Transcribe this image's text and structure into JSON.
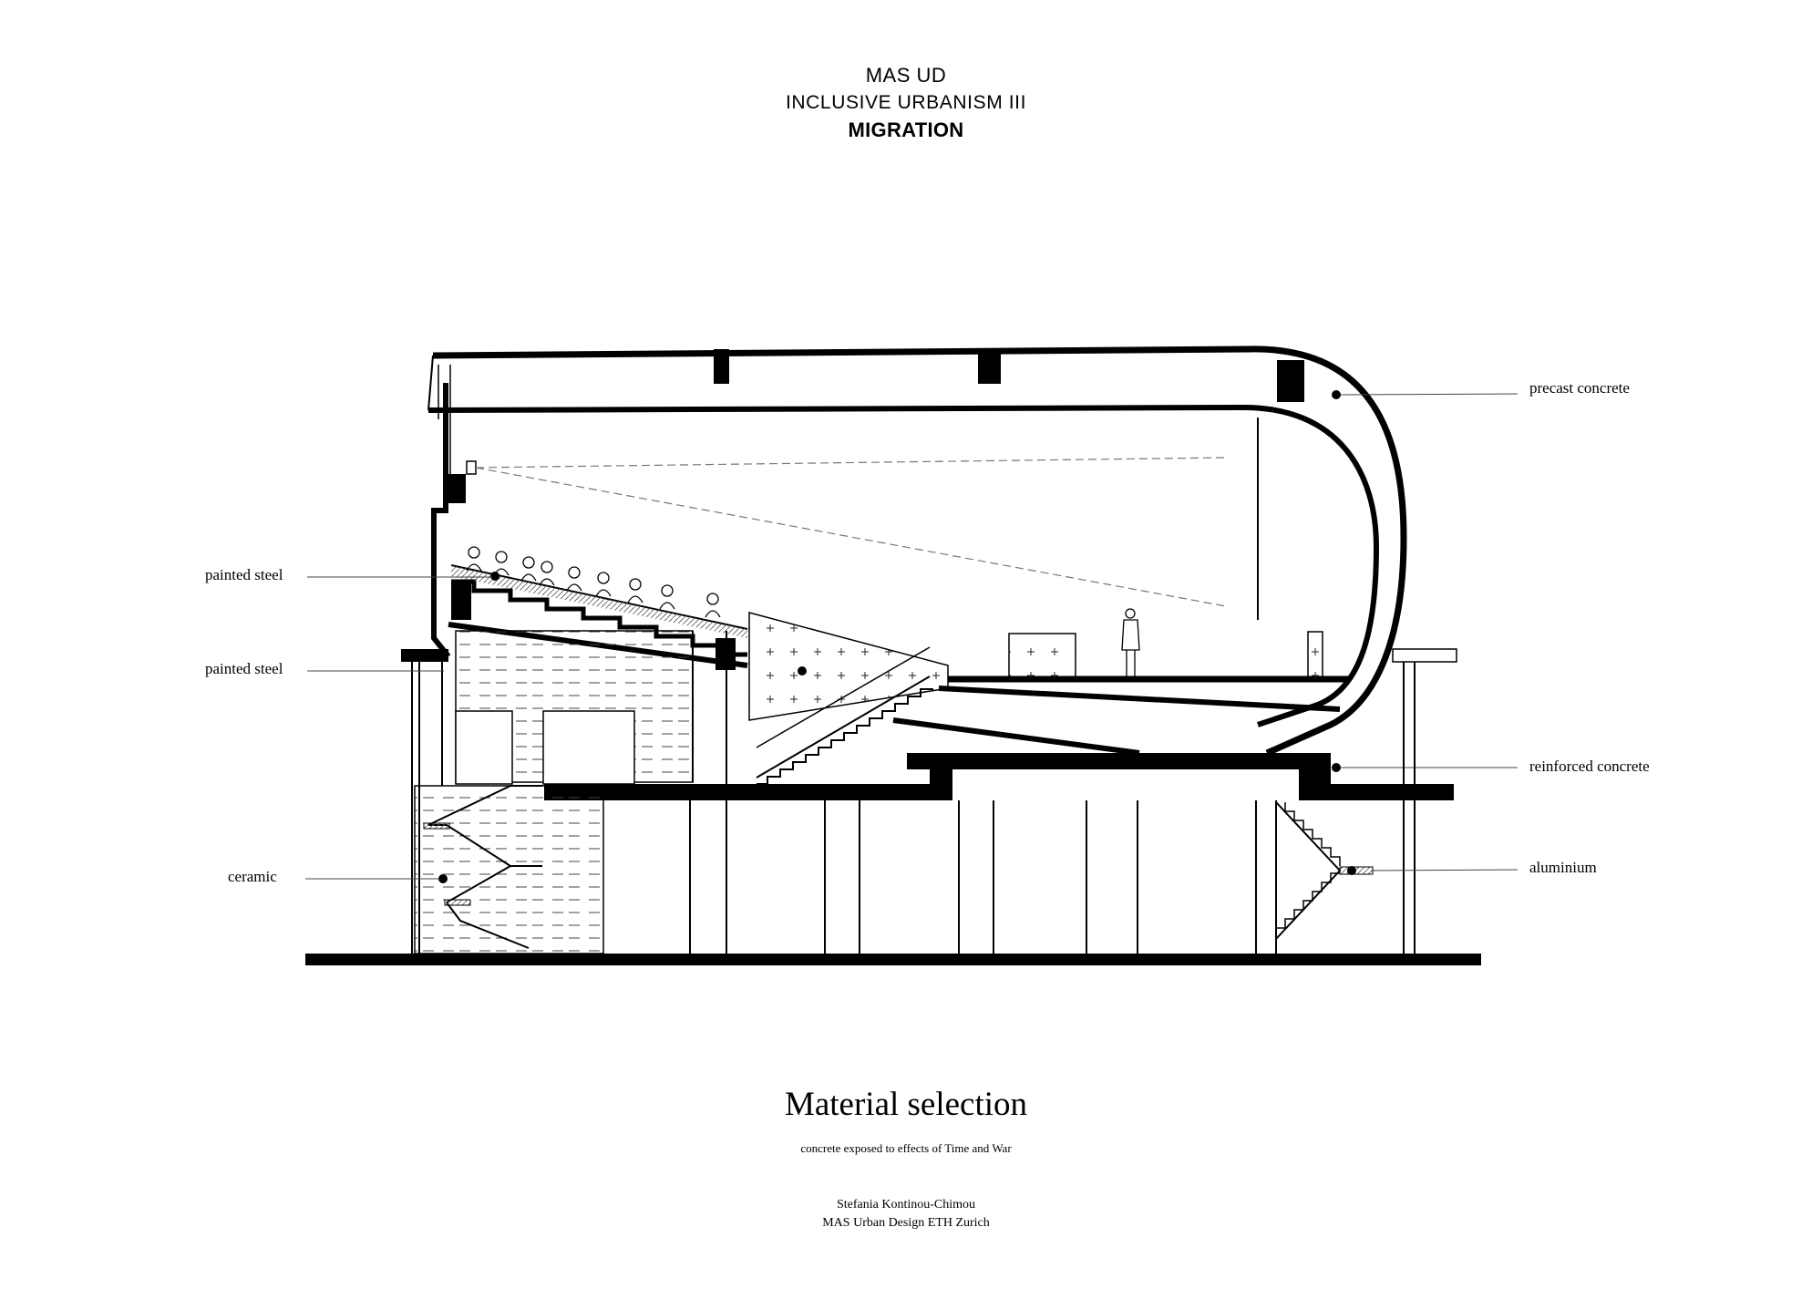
{
  "header": {
    "line1": "MAS UD",
    "line2": "INCLUSIVE URBANISM III",
    "line3": "MIGRATION"
  },
  "labels": {
    "precast_concrete": "precast concrete",
    "painted_steel_upper": "painted steel",
    "painted_steel_lower": "painted steel",
    "reinforced_concrete": "reinforced concrete",
    "aluminium": "aluminium",
    "ceramic": "ceramic"
  },
  "footer": {
    "title": "Material selection",
    "subtitle": "concrete exposed to effects of Time and War",
    "author_line1": "Stefania Kontinou-Chimou",
    "author_line2": "MAS Urban Design ETH Zurich"
  }
}
